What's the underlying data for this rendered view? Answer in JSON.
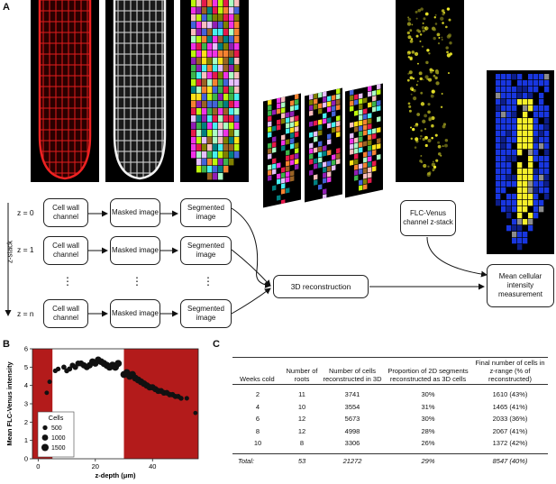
{
  "panel_labels": {
    "a": "A",
    "b": "B",
    "c": "C"
  },
  "workflow": {
    "z_labels": [
      "z = 0",
      "z = 1",
      "z = n"
    ],
    "axis_label": "z-stack",
    "cell_wall": "Cell wall channel",
    "masked": "Masked image",
    "segmented": "Segmented image",
    "vdots": "⋮",
    "reconstruction": "3D reconstruction",
    "flc_stack": "FLC-Venus channel z-stack",
    "mean_intensity": "Mean cellular intensity measurement"
  },
  "colors": {
    "cell_wall_red": "#d41a1a",
    "fluorescent_yellow": "#f4ef2a",
    "shade_red": "#b31b1b",
    "marker": "#111111"
  },
  "chart_data": {
    "type": "scatter",
    "xlabel": "z-depth (μm)",
    "ylabel": "Mean FLC-Venus intensity",
    "xlim": [
      -2,
      56
    ],
    "ylim": [
      0,
      6
    ],
    "xticks": [
      0,
      20,
      40
    ],
    "yticks": [
      0,
      1,
      2,
      3,
      4,
      5,
      6
    ],
    "shaded_regions": [
      [
        -2,
        5
      ],
      [
        30,
        56
      ]
    ],
    "legend": {
      "title": "Cells",
      "entries": [
        500,
        1000,
        1500
      ],
      "placement": "bottom-left"
    },
    "points": [
      {
        "x": 3,
        "y": 3.6,
        "cells": 400
      },
      {
        "x": 4,
        "y": 4.2,
        "cells": 400
      },
      {
        "x": 6,
        "y": 4.8,
        "cells": 500
      },
      {
        "x": 7,
        "y": 4.9,
        "cells": 500
      },
      {
        "x": 9,
        "y": 5.0,
        "cells": 600
      },
      {
        "x": 10,
        "y": 4.8,
        "cells": 600
      },
      {
        "x": 11,
        "y": 4.9,
        "cells": 650
      },
      {
        "x": 12,
        "y": 5.1,
        "cells": 700
      },
      {
        "x": 13,
        "y": 5.0,
        "cells": 800
      },
      {
        "x": 14,
        "y": 5.2,
        "cells": 900
      },
      {
        "x": 15,
        "y": 5.2,
        "cells": 950
      },
      {
        "x": 16,
        "y": 5.1,
        "cells": 1000
      },
      {
        "x": 17,
        "y": 5.0,
        "cells": 1050
      },
      {
        "x": 18,
        "y": 5.1,
        "cells": 1100
      },
      {
        "x": 19,
        "y": 5.3,
        "cells": 1150
      },
      {
        "x": 20,
        "y": 5.2,
        "cells": 1200
      },
      {
        "x": 21,
        "y": 5.4,
        "cells": 1250
      },
      {
        "x": 22,
        "y": 5.3,
        "cells": 1300
      },
      {
        "x": 23,
        "y": 5.2,
        "cells": 1350
      },
      {
        "x": 24,
        "y": 5.1,
        "cells": 1400
      },
      {
        "x": 25,
        "y": 5.0,
        "cells": 1450
      },
      {
        "x": 26,
        "y": 5.1,
        "cells": 1500
      },
      {
        "x": 27,
        "y": 5.0,
        "cells": 1500
      },
      {
        "x": 28,
        "y": 5.2,
        "cells": 1450
      },
      {
        "x": 30,
        "y": 4.6,
        "cells": 1400
      },
      {
        "x": 31,
        "y": 4.7,
        "cells": 1400
      },
      {
        "x": 32,
        "y": 4.5,
        "cells": 1350
      },
      {
        "x": 33,
        "y": 4.6,
        "cells": 1350
      },
      {
        "x": 34,
        "y": 4.4,
        "cells": 1300
      },
      {
        "x": 35,
        "y": 4.3,
        "cells": 1300
      },
      {
        "x": 36,
        "y": 4.2,
        "cells": 1250
      },
      {
        "x": 37,
        "y": 4.1,
        "cells": 1200
      },
      {
        "x": 38,
        "y": 4.0,
        "cells": 1150
      },
      {
        "x": 39,
        "y": 3.9,
        "cells": 1100
      },
      {
        "x": 40,
        "y": 3.9,
        "cells": 1050
      },
      {
        "x": 41,
        "y": 3.8,
        "cells": 1000
      },
      {
        "x": 42,
        "y": 3.7,
        "cells": 950
      },
      {
        "x": 43,
        "y": 3.7,
        "cells": 900
      },
      {
        "x": 44,
        "y": 3.6,
        "cells": 850
      },
      {
        "x": 45,
        "y": 3.6,
        "cells": 800
      },
      {
        "x": 46,
        "y": 3.5,
        "cells": 750
      },
      {
        "x": 47,
        "y": 3.5,
        "cells": 700
      },
      {
        "x": 48,
        "y": 3.4,
        "cells": 650
      },
      {
        "x": 49,
        "y": 3.4,
        "cells": 600
      },
      {
        "x": 50,
        "y": 3.3,
        "cells": 550
      },
      {
        "x": 52,
        "y": 3.3,
        "cells": 450
      },
      {
        "x": 55,
        "y": 2.5,
        "cells": 350
      }
    ]
  },
  "table": {
    "headers": [
      "Weeks cold",
      "Number of roots",
      "Number of cells reconstructed in 3D",
      "Proportion of 2D segments reconstructed as 3D cells",
      "Final number of cells in z-range (% of reconstructed)"
    ],
    "rows": [
      [
        "2",
        "11",
        "3741",
        "30%",
        "1610 (43%)"
      ],
      [
        "4",
        "10",
        "3554",
        "31%",
        "1465 (41%)"
      ],
      [
        "6",
        "12",
        "5673",
        "30%",
        "2033 (36%)"
      ],
      [
        "8",
        "12",
        "4998",
        "28%",
        "2067 (41%)"
      ],
      [
        "10",
        "8",
        "3306",
        "26%",
        "1372 (42%)"
      ]
    ],
    "total": [
      "Total:",
      "53",
      "21272",
      "29%",
      "8547 (40%)"
    ]
  }
}
